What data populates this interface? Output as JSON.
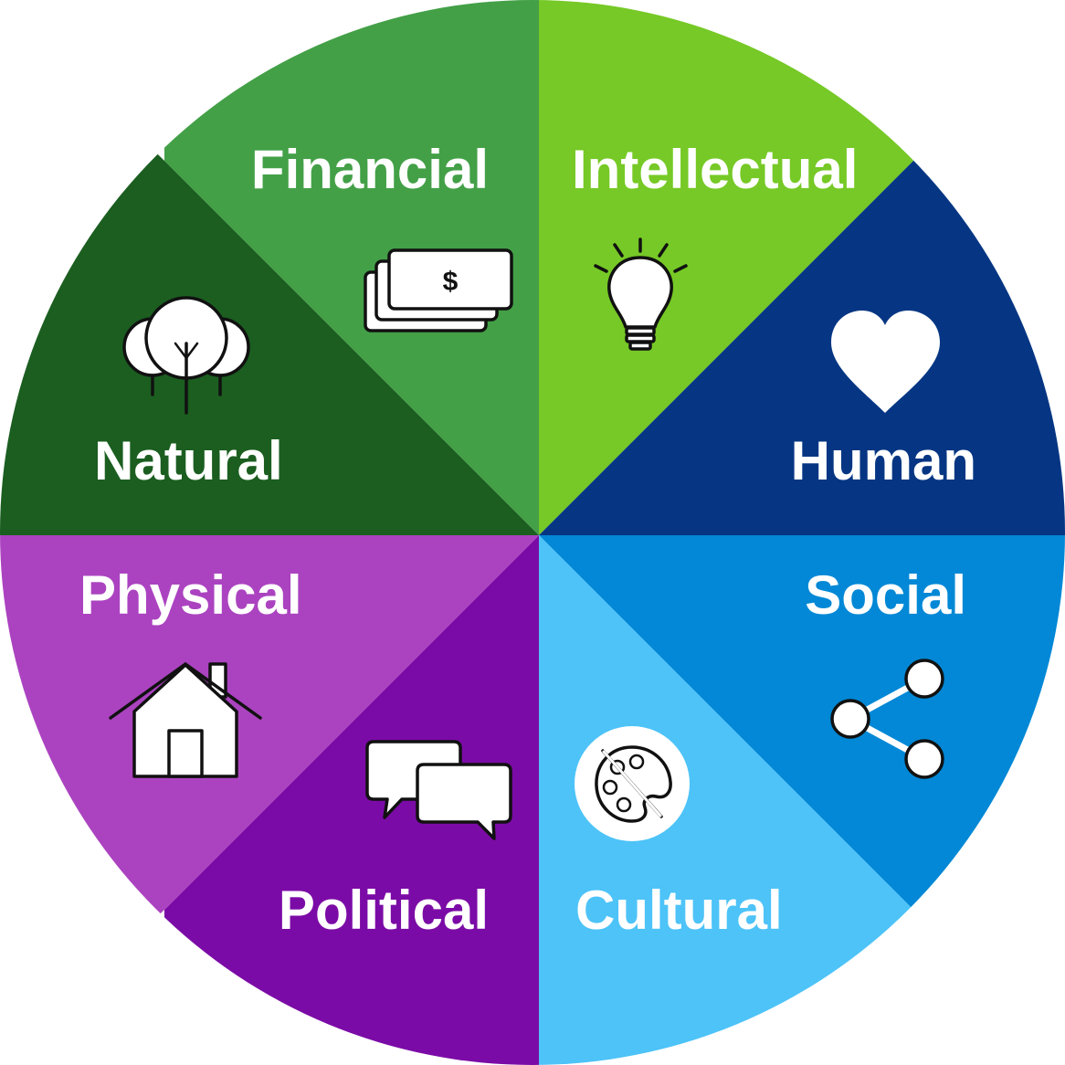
{
  "segments": [
    {
      "id": "financial",
      "label": "Financial",
      "color": "#43a047",
      "icon": "money-icon"
    },
    {
      "id": "intellectual",
      "label": "Intellectual",
      "color": "#76c926",
      "icon": "lightbulb-icon"
    },
    {
      "id": "human",
      "label": "Human",
      "color": "#063683",
      "icon": "heart-icon"
    },
    {
      "id": "social",
      "label": "Social",
      "color": "#0288d6",
      "icon": "share-icon"
    },
    {
      "id": "cultural",
      "label": "Cultural",
      "color": "#4dc3f8",
      "icon": "palette-icon"
    },
    {
      "id": "political",
      "label": "Political",
      "color": "#7b0ba6",
      "icon": "speech-bubbles-icon"
    },
    {
      "id": "physical",
      "label": "Physical",
      "color": "#ab43c0",
      "icon": "house-icon"
    },
    {
      "id": "natural",
      "label": "Natural",
      "color": "#1b5e20",
      "icon": "trees-icon"
    }
  ]
}
